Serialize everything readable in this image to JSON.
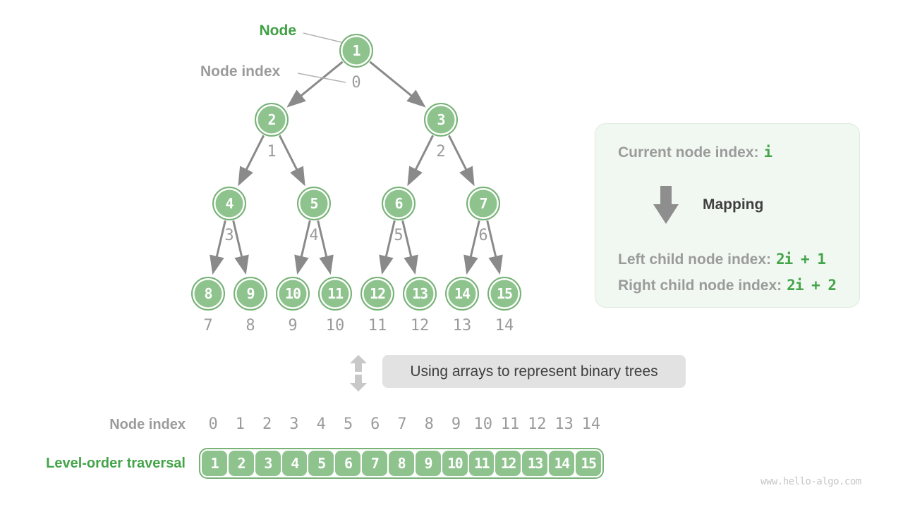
{
  "tree": {
    "node_label": "Node",
    "node_index_label": "Node index",
    "nodes": [
      {
        "value": "1",
        "index": "0"
      },
      {
        "value": "2",
        "index": "1"
      },
      {
        "value": "3",
        "index": "2"
      },
      {
        "value": "4",
        "index": "3"
      },
      {
        "value": "5",
        "index": "4"
      },
      {
        "value": "6",
        "index": "5"
      },
      {
        "value": "7",
        "index": "6"
      },
      {
        "value": "8",
        "index": "7"
      },
      {
        "value": "9",
        "index": "8"
      },
      {
        "value": "10",
        "index": "9"
      },
      {
        "value": "11",
        "index": "10"
      },
      {
        "value": "12",
        "index": "11"
      },
      {
        "value": "13",
        "index": "12"
      },
      {
        "value": "14",
        "index": "13"
      },
      {
        "value": "15",
        "index": "14"
      }
    ]
  },
  "panel": {
    "current_label": "Current node index:",
    "current_value": "i",
    "mapping_label": "Mapping",
    "left_label": "Left child node index:",
    "left_value": "2i + 1",
    "right_label": "Right child node index:",
    "right_value": "2i + 2"
  },
  "bridge": {
    "caption": "Using arrays to represent binary trees"
  },
  "array_section": {
    "index_label": "Node index",
    "traversal_label": "Level-order traversal",
    "indices": [
      "0",
      "1",
      "2",
      "3",
      "4",
      "5",
      "6",
      "7",
      "8",
      "9",
      "10",
      "11",
      "12",
      "13",
      "14"
    ],
    "values": [
      "1",
      "2",
      "3",
      "4",
      "5",
      "6",
      "7",
      "8",
      "9",
      "10",
      "11",
      "12",
      "13",
      "14",
      "15"
    ]
  },
  "watermark": "www.hello-algo.com",
  "colors": {
    "node_fill": "#8ec38e",
    "node_border": "#77b277",
    "green_text": "#44a44a",
    "gray_text": "#9b9b9b",
    "dark_text": "#3f3f3f",
    "edge": "#8a8a8a",
    "panel_bg": "#f1f8f1",
    "caption_bg": "#e2e2e2"
  }
}
